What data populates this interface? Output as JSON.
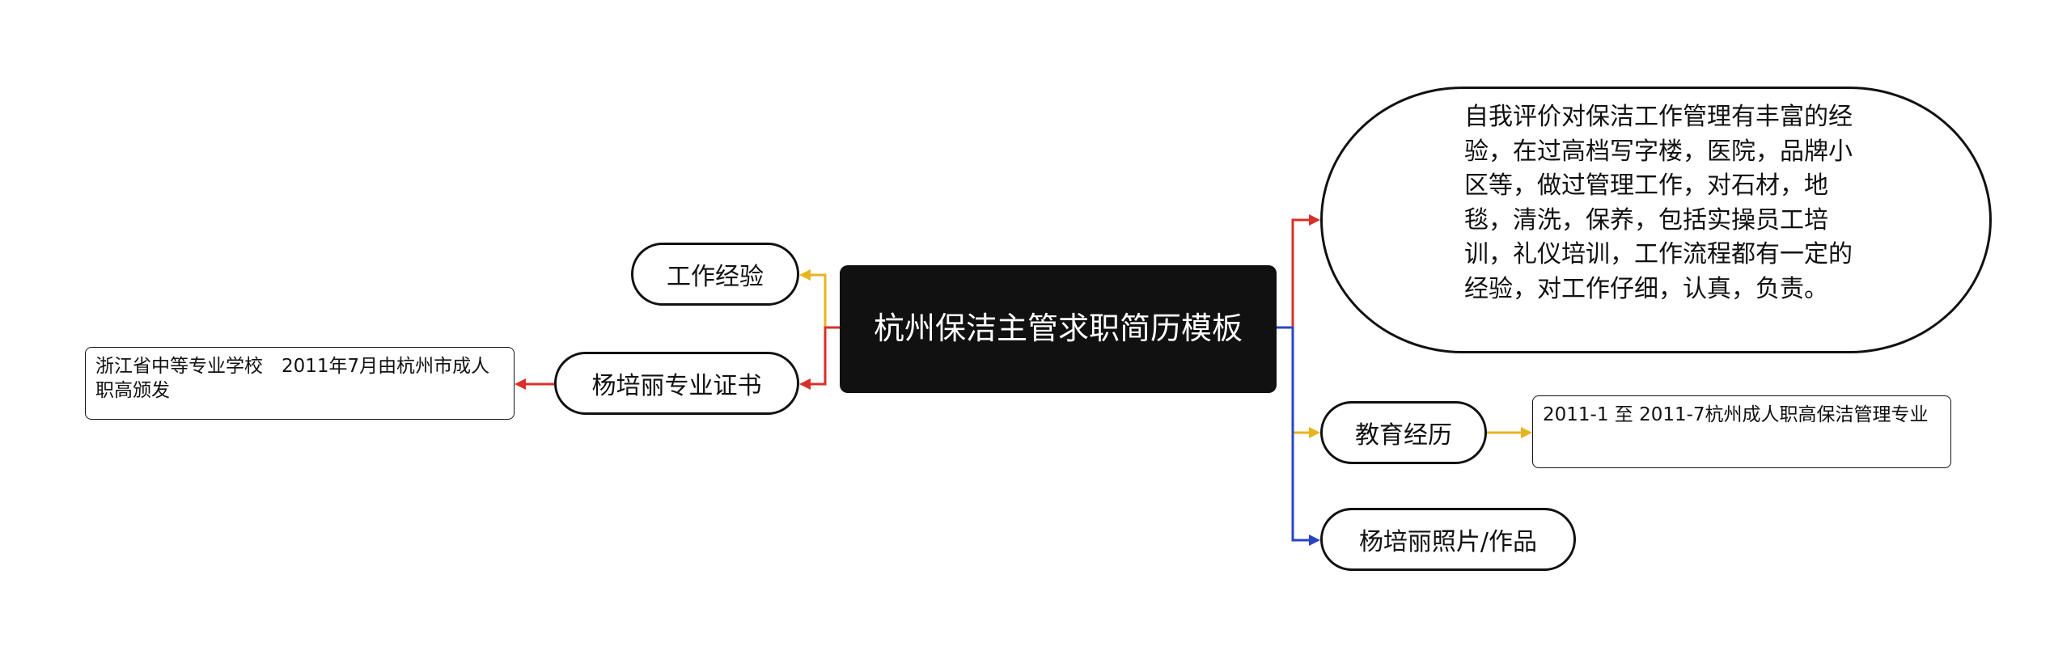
{
  "root": {
    "title": "杭州保洁主管求职简历模板"
  },
  "left": [
    {
      "label": "工作经验",
      "color": "#e8b41e"
    },
    {
      "label": "杨培丽专业证书",
      "color": "#d9302a",
      "child": {
        "label": "浙江省中等专业学校　2011年7月由杭州市成人职高颁发"
      }
    }
  ],
  "right": [
    {
      "label": "自我评价对保洁工作管理有丰富的经验，在过高档写字楼，医院，品牌小区等，做过管理工作，对石材，地毯，清洗，保养，包括实操员工培训，礼仪培训，工作流程都有一定的经验，对工作仔细，认真，负责。",
      "color": "#d9302a"
    },
    {
      "label": "教育经历",
      "color": "#e8b41e",
      "child": {
        "label": "2011-1 至 2011-7杭州成人职高保洁管理专业"
      }
    },
    {
      "label": "杨培丽照片/作品",
      "color": "#2b44c4"
    }
  ]
}
